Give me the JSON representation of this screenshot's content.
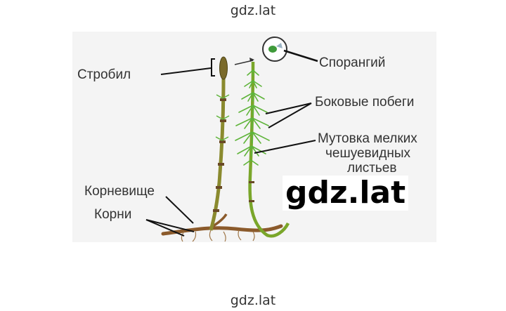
{
  "watermark": {
    "top": "gdz.lat",
    "center": "gdz.lat",
    "bottom": "gdz.lat"
  },
  "labels": {
    "strobil": "Стробил",
    "sporangium": "Спорангий",
    "lateral_shoots": "Боковые побеги",
    "whorl_line1": "Мутовка мелких",
    "whorl_line2": "чешуевидных",
    "whorl_line3": "листьев",
    "rhizome": "Корневище",
    "roots": "Корни"
  },
  "colors": {
    "text": "#333333",
    "leader": "#111111",
    "fertile_stem": "#8a8a2e",
    "sterile_stem": "#7aa62a",
    "leaf": "#5fb43a",
    "rhizome": "#8b5a2b"
  }
}
